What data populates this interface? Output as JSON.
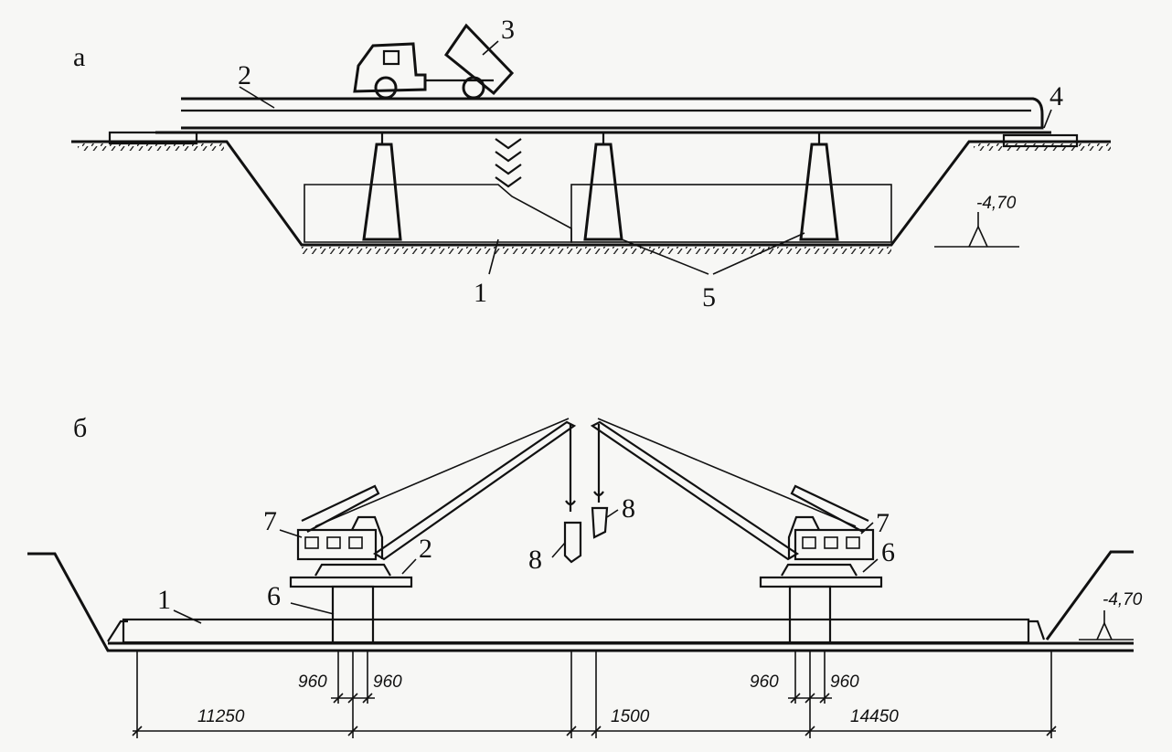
{
  "figure_a": {
    "panel_label": "а",
    "callouts": [
      "1",
      "2",
      "3",
      "4",
      "5"
    ],
    "elevation": "-4,70"
  },
  "figure_b": {
    "panel_label": "б",
    "callouts": [
      "1",
      "2",
      "6",
      "6",
      "7",
      "7",
      "8",
      "8"
    ],
    "elevation": "-4,70",
    "dimensions": [
      "960",
      "960",
      "960",
      "960",
      "11250",
      "1500",
      "14450"
    ]
  }
}
